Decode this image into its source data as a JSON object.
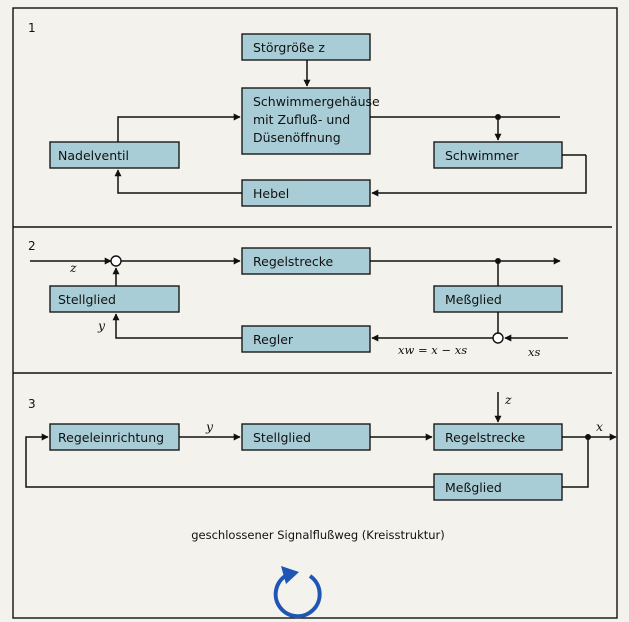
{
  "sections": [
    {
      "number": "1",
      "blocks": {
        "disturbance": "Störgröße z",
        "housing": [
          "Schwimmergehäuse",
          "mit Zufluß- und",
          "Düsenöffnung"
        ],
        "needle_valve": "Nadelventil",
        "float": "Schwimmer",
        "lever": "Hebel"
      }
    },
    {
      "number": "2",
      "blocks": {
        "plant": "Regelstrecke",
        "actuator": "Stellglied",
        "sensor": "Meßglied",
        "controller": "Regler"
      },
      "signals": {
        "z": "z",
        "y": "y",
        "xw": "xw = x − xs",
        "xs": "xs"
      }
    },
    {
      "number": "3",
      "blocks": {
        "control_unit": "Regeleinrichtung",
        "actuator": "Stellglied",
        "plant": "Regelstrecke",
        "sensor": "Meßglied"
      },
      "signals": {
        "z": "z",
        "y": "y",
        "x": "x"
      }
    }
  ],
  "caption": "geschlossener Signalflußweg (Kreisstruktur)",
  "loop_icon": "circular-arrow-icon",
  "colors": {
    "block_fill": "#a9cdd6",
    "loop_arrow": "#1f56b5",
    "background": "#f4f2ec"
  }
}
